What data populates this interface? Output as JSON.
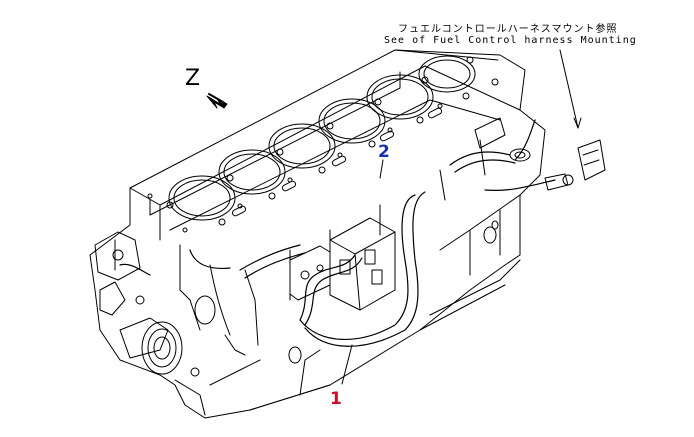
{
  "note": {
    "japanese": "フュエルコントロールハーネスマウント参照",
    "english": "See of Fuel Control harness Mounting"
  },
  "view": {
    "label": "Z"
  },
  "callouts": [
    {
      "id": "1",
      "label": "1",
      "color": "#c8102e"
    },
    {
      "id": "2",
      "label": "2",
      "color": "#1a2fb0"
    }
  ]
}
